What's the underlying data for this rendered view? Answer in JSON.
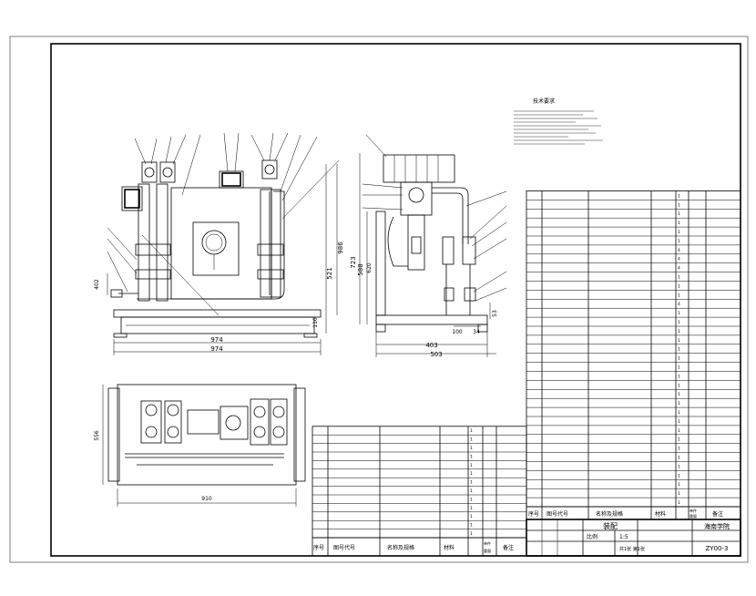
{
  "dimensions": {
    "front_width_a": "974",
    "front_width_b": "974",
    "front_height_a": "986",
    "front_height_b": "521",
    "front_base": "110",
    "front_left": "402",
    "side_height_a": "723",
    "side_height_b": "588",
    "side_height_c": "620",
    "side_width_a": "403",
    "side_width_b": "503",
    "side_small_a": "100",
    "side_small_b": "34",
    "side_small_c": "53",
    "plan_height": "556",
    "plan_width": "910"
  },
  "tech_notes": {
    "title": "技术要求",
    "lines": [
      "",
      "",
      "",
      "",
      ""
    ]
  },
  "right_table": {
    "rows": [
      {
        "no": "",
        "code": "",
        "name": "",
        "mat": "",
        "qty": "1"
      },
      {
        "no": "",
        "code": "",
        "name": "",
        "mat": "",
        "qty": "1"
      },
      {
        "no": "",
        "code": "",
        "name": "",
        "mat": "",
        "qty": "1"
      },
      {
        "no": "",
        "code": "",
        "name": "",
        "mat": "",
        "qty": "1"
      },
      {
        "no": "",
        "code": "",
        "name": "",
        "mat": "",
        "qty": "1"
      },
      {
        "no": "",
        "code": "",
        "name": "",
        "mat": "",
        "qty": "1"
      },
      {
        "no": "",
        "code": "",
        "name": "",
        "mat": "",
        "qty": "4"
      },
      {
        "no": "",
        "code": "",
        "name": "",
        "mat": "",
        "qty": "4"
      },
      {
        "no": "",
        "code": "",
        "name": "",
        "mat": "",
        "qty": "4"
      },
      {
        "no": "",
        "code": "",
        "name": "",
        "mat": "",
        "qty": "1"
      },
      {
        "no": "",
        "code": "",
        "name": "",
        "mat": "",
        "qty": "1"
      },
      {
        "no": "",
        "code": "",
        "name": "",
        "mat": "",
        "qty": "1"
      },
      {
        "no": "",
        "code": "",
        "name": "",
        "mat": "",
        "qty": "4"
      },
      {
        "no": "",
        "code": "",
        "name": "",
        "mat": "",
        "qty": "1"
      },
      {
        "no": "",
        "code": "",
        "name": "",
        "mat": "",
        "qty": "1"
      },
      {
        "no": "",
        "code": "",
        "name": "",
        "mat": "",
        "qty": "1"
      },
      {
        "no": "",
        "code": "",
        "name": "",
        "mat": "",
        "qty": "1"
      },
      {
        "no": "",
        "code": "",
        "name": "",
        "mat": "",
        "qty": "1"
      },
      {
        "no": "",
        "code": "",
        "name": "",
        "mat": "",
        "qty": "1"
      },
      {
        "no": "",
        "code": "",
        "name": "",
        "mat": "",
        "qty": "1"
      },
      {
        "no": "",
        "code": "",
        "name": "",
        "mat": "",
        "qty": "1"
      },
      {
        "no": "",
        "code": "",
        "name": "",
        "mat": "",
        "qty": "1"
      },
      {
        "no": "",
        "code": "",
        "name": "",
        "mat": "",
        "qty": "1"
      },
      {
        "no": "",
        "code": "",
        "name": "",
        "mat": "",
        "qty": "1"
      },
      {
        "no": "",
        "code": "",
        "name": "",
        "mat": "",
        "qty": "1"
      },
      {
        "no": "",
        "code": "",
        "name": "",
        "mat": "",
        "qty": "1"
      },
      {
        "no": "",
        "code": "",
        "name": "",
        "mat": "",
        "qty": "1"
      },
      {
        "no": "",
        "code": "",
        "name": "",
        "mat": "",
        "qty": "1"
      },
      {
        "no": "",
        "code": "",
        "name": "",
        "mat": "",
        "qty": "1"
      },
      {
        "no": "",
        "code": "",
        "name": "",
        "mat": "",
        "qty": "1"
      },
      {
        "no": "",
        "code": "",
        "name": "",
        "mat": "",
        "qty": "1"
      },
      {
        "no": "",
        "code": "",
        "name": "",
        "mat": "",
        "qty": "1"
      },
      {
        "no": "",
        "code": "",
        "name": "",
        "mat": "",
        "qty": "1"
      },
      {
        "no": "",
        "code": "",
        "name": "",
        "mat": "",
        "qty": "1"
      },
      {
        "no": "",
        "code": "",
        "name": "",
        "mat": "",
        "qty": "1"
      }
    ],
    "header": {
      "no": "序号",
      "code": "图号代号",
      "name": "名称及规格",
      "mat": "材料",
      "mass_a": "单件",
      "mass_b": "重量",
      "remark": "备注"
    }
  },
  "left_table": {
    "rows": [
      {
        "no": "",
        "code": "",
        "name": "",
        "mat": "",
        "qty": "1"
      },
      {
        "no": "",
        "code": "",
        "name": "",
        "mat": "",
        "qty": "1"
      },
      {
        "no": "",
        "code": "",
        "name": "",
        "mat": "",
        "qty": "1"
      },
      {
        "no": "",
        "code": "",
        "name": "",
        "mat": "",
        "qty": "1"
      },
      {
        "no": "",
        "code": "",
        "name": "",
        "mat": "",
        "qty": "1"
      },
      {
        "no": "",
        "code": "",
        "name": "",
        "mat": "",
        "qty": "1"
      },
      {
        "no": "",
        "code": "",
        "name": "",
        "mat": "",
        "qty": "1"
      },
      {
        "no": "",
        "code": "",
        "name": "",
        "mat": "",
        "qty": "1"
      },
      {
        "no": "",
        "code": "",
        "name": "",
        "mat": "",
        "qty": "1"
      },
      {
        "no": "",
        "code": "",
        "name": "",
        "mat": "",
        "qty": "1"
      },
      {
        "no": "",
        "code": "",
        "name": "",
        "mat": "",
        "qty": "1"
      },
      {
        "no": "",
        "code": "",
        "name": "",
        "mat": "",
        "qty": "1"
      },
      {
        "no": "",
        "code": "",
        "name": "",
        "mat": "",
        "qty": "1"
      }
    ],
    "header": {
      "no": "序号",
      "code": "图号代号",
      "name": "名称及规格",
      "mat": "材料",
      "mass_a": "单件",
      "mass_b": "重量",
      "remark": "备注"
    }
  },
  "title_block": {
    "title": "装配",
    "scale_label": "比例",
    "scale": "1:5",
    "sheet": "共1张 第1张",
    "school": "海南学院",
    "drawing_no": "ZY00-3"
  }
}
